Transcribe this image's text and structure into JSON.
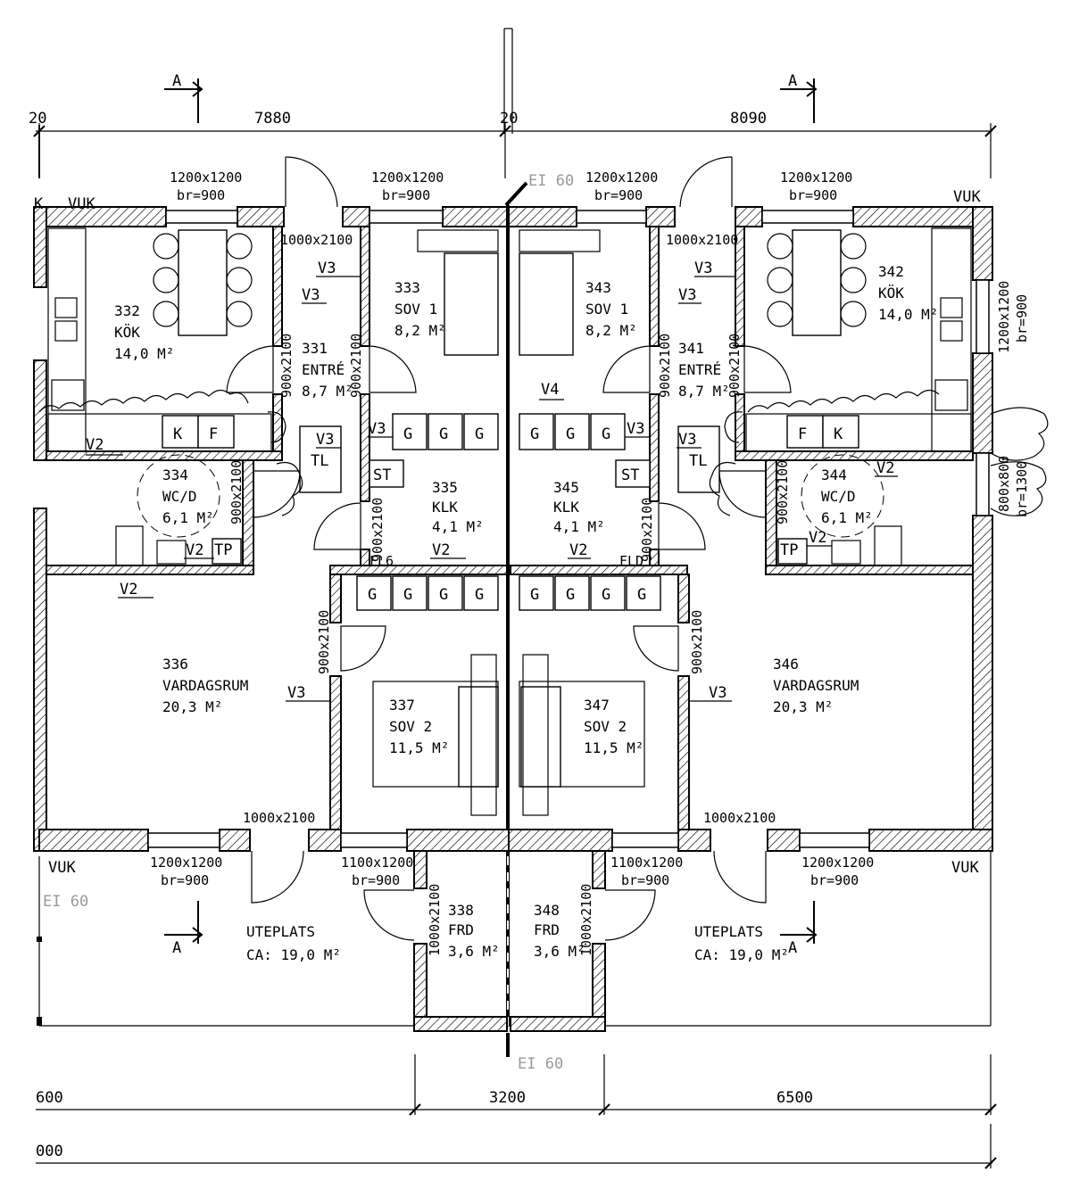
{
  "dimensions": {
    "top_left_stub": "20",
    "top_left": "7880",
    "top_mid_stub": "20",
    "top_right": "8090",
    "bottom_left": "600",
    "bottom_mid": "3200",
    "bottom_right": "6500",
    "bottom_total": "000"
  },
  "section_markers": [
    "A",
    "A",
    "A",
    "A"
  ],
  "fire_ratings": [
    "EI 60",
    "EI 60",
    "EI 60"
  ],
  "vuk_labels": [
    "K",
    "VUK",
    "VUK",
    "VUK",
    "VUK"
  ],
  "windows": {
    "w1200": "1200x1200",
    "w1100": "1100x1200",
    "w800": "800x800",
    "br900": "br=900",
    "br1300": "br=1300"
  },
  "doors": {
    "d1000": "1000x2100",
    "d900": "900x2100"
  },
  "walls": {
    "v2": "V2",
    "v3": "V3",
    "v4": "V4"
  },
  "fixtures": {
    "k": "K",
    "f": "F",
    "g": "G",
    "tl": "TL",
    "st": "ST",
    "tp": "TP",
    "fl6": "FL6",
    "fld": "FLD"
  },
  "rooms": {
    "r332": {
      "num": "332",
      "name": "KÖK",
      "area": "14,0 M²"
    },
    "r333": {
      "num": "333",
      "name": "SOV 1",
      "area": "8,2 M²"
    },
    "r331": {
      "num": "331",
      "name": "ENTRÉ",
      "area": "8,7 M²"
    },
    "r334": {
      "num": "334",
      "name": "WC/D",
      "area": "6,1 M²"
    },
    "r335": {
      "num": "335",
      "name": "KLK",
      "area": "4,1 M²"
    },
    "r336": {
      "num": "336",
      "name": "VARDAGSRUM",
      "area": "20,3 M²"
    },
    "r337": {
      "num": "337",
      "name": "SOV 2",
      "area": "11,5 M²"
    },
    "r338": {
      "num": "338",
      "name": "FRD",
      "area": "3,6 M²"
    },
    "r343": {
      "num": "343",
      "name": "SOV 1",
      "area": "8,2 M²"
    },
    "r341": {
      "num": "341",
      "name": "ENTRÉ",
      "area": "8,7 M²"
    },
    "r342": {
      "num": "342",
      "name": "KÖK",
      "area": "14,0 M²"
    },
    "r344": {
      "num": "344",
      "name": "WC/D",
      "area": "6,1 M²"
    },
    "r345": {
      "num": "345",
      "name": "KLK",
      "area": "4,1 M²"
    },
    "r346": {
      "num": "346",
      "name": "VARDAGSRUM",
      "area": "20,3 M²"
    },
    "r347": {
      "num": "347",
      "name": "SOV 2",
      "area": "11,5 M²"
    },
    "r348": {
      "num": "348",
      "name": "FRD",
      "area": "3,6 M²"
    }
  },
  "uteplats": {
    "name": "UTEPLATS",
    "area": "CA: 19,0 M²"
  }
}
